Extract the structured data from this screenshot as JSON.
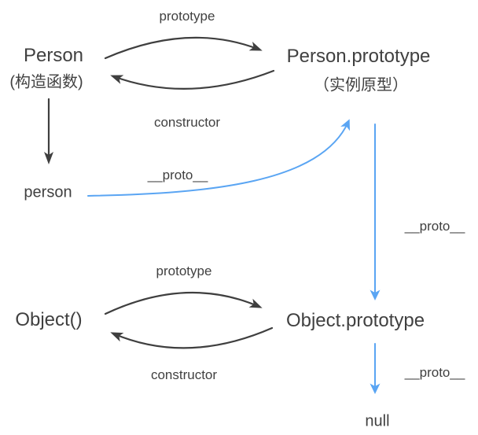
{
  "colors": {
    "arrow": "#3f3f3f",
    "chain": "#5aa5f3",
    "text": "#404040",
    "background": "#ffffff"
  },
  "nodes": {
    "person_constructor": {
      "title": "Person",
      "subtitle": "(构造函数)"
    },
    "person_prototype": {
      "title": "Person.prototype",
      "subtitle": "（实例原型）"
    },
    "person_instance": {
      "title": "person"
    },
    "object_constructor": {
      "title": "Object()"
    },
    "object_prototype": {
      "title": "Object.prototype"
    },
    "null_value": {
      "title": "null"
    }
  },
  "edge_labels": {
    "person_prototype_edge": "prototype",
    "person_constructor_edge": "constructor",
    "person_proto_edge": "__proto__",
    "chain_proto_edge": "__proto__",
    "object_prototype_edge": "prototype",
    "object_constructor_edge": "constructor",
    "null_proto_edge": "__proto__"
  }
}
